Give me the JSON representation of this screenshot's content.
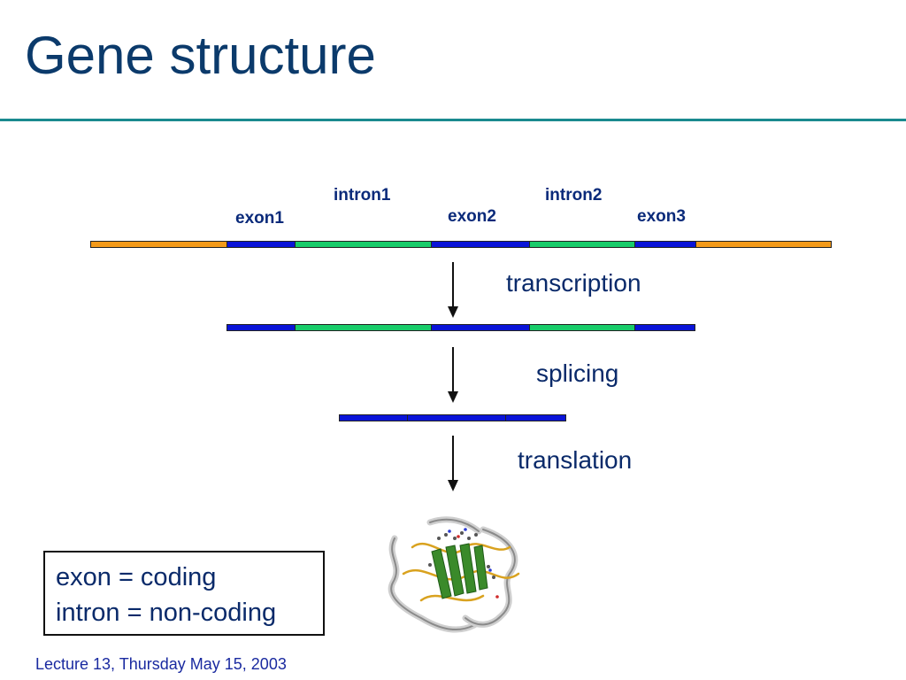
{
  "slide": {
    "title": "Gene structure",
    "footer": "Lecture 13, Thursday May 15, 2003"
  },
  "gene_labels": {
    "exon1": "exon1",
    "intron1": "intron1",
    "exon2": "exon2",
    "intron2": "intron2",
    "exon3": "exon3"
  },
  "steps": {
    "transcription": "transcription",
    "splicing": "splicing",
    "translation": "translation"
  },
  "legend": {
    "line1": "exon = coding",
    "line2": "intron = non-coding"
  },
  "colors": {
    "exon": "#0a14d8",
    "intron": "#18cc6a",
    "utr": "#f39a1a",
    "title": "#0b3a6b"
  },
  "icons": {
    "protein": "protein-structure-icon"
  }
}
